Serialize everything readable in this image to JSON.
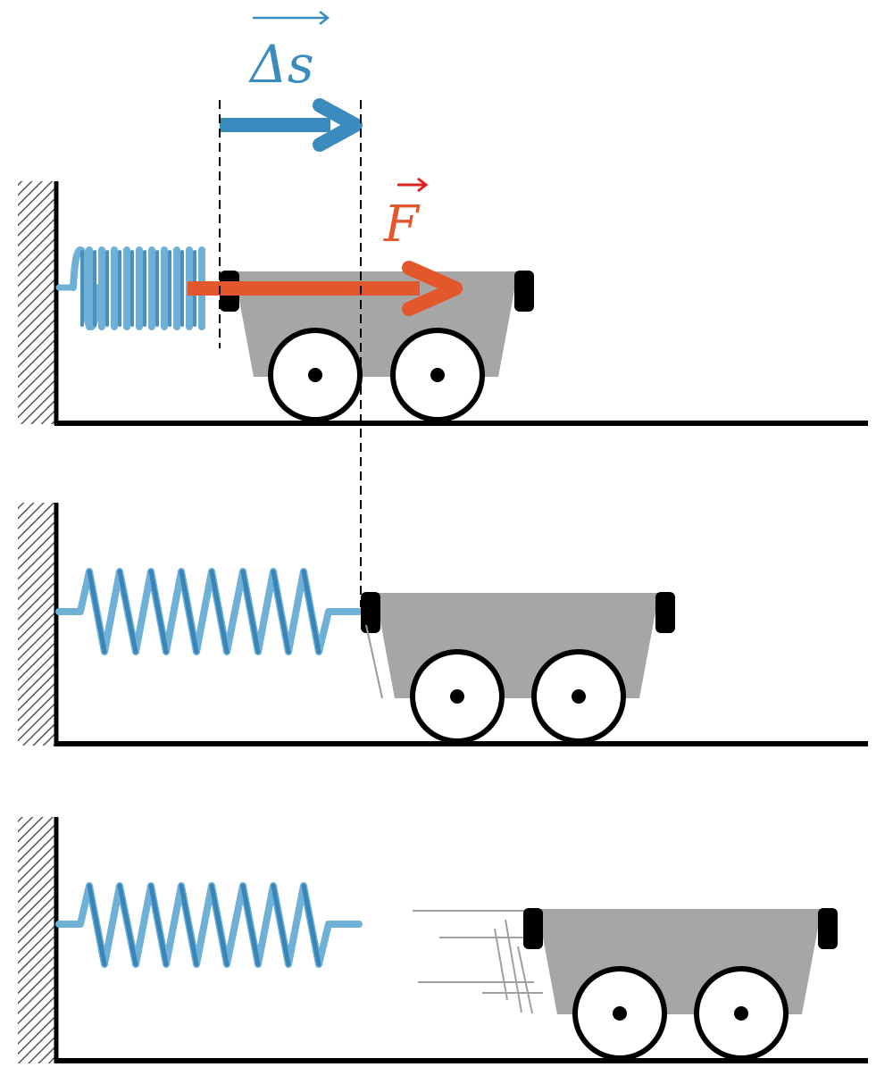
{
  "labels": {
    "displacement": "Δs",
    "force": "F"
  },
  "colors": {
    "spring": "#4a90bf",
    "spring_light": "#6fb0d6",
    "displacement_arrow": "#3a8cbf",
    "force_arrow": "#e2572b",
    "force_label": "#e2572b",
    "force_vec_arrow": "#e02020",
    "cart_body": "#a6a6a6",
    "bumper": "#000000",
    "ground": "#000000",
    "wheel_fill": "#ffffff",
    "hatch": "#555555"
  },
  "panels": [
    {
      "name": "compressed",
      "spring_state": "compressed"
    },
    {
      "name": "released",
      "spring_state": "relaxed"
    },
    {
      "name": "moving",
      "spring_state": "relaxed",
      "motion_lines": true
    }
  ]
}
